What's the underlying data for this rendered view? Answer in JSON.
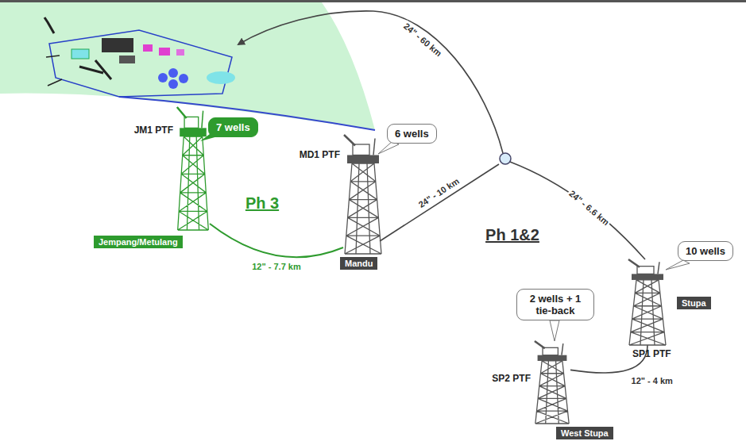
{
  "diagram": {
    "nodes": [
      {
        "text": [
          "JM1 PTF"
        ]
      },
      {
        "text": [
          "7 wells"
        ]
      },
      {
        "text": [
          "MD1 PTF"
        ]
      },
      {
        "text": [
          "6 wells"
        ]
      },
      {
        "text": [
          "Jempang/Metulang"
        ]
      },
      {
        "text": [
          "Mandu"
        ]
      },
      {
        "text": [
          "10 wells"
        ]
      },
      {
        "text": [
          "Stupa"
        ]
      },
      {
        "text": [
          "SP1 PTF"
        ]
      },
      {
        "text": [
          "2 wells + 1 tie-back"
        ]
      },
      {
        "text": [
          "SP2 PTF"
        ]
      },
      {
        "text": [
          "West Stupa"
        ]
      }
    ],
    "edges": [
      {
        "from": 0,
        "to": 2,
        "label": "12\" - 7.7 km",
        "arrow": "none"
      },
      {
        "from": 10,
        "to": 8,
        "label": "12\" - 4 km",
        "arrow": "none"
      }
    ],
    "labels": [
      "24\" - 60 km",
      "Ph 3",
      "24\" - 10 km",
      "Ph 1&2",
      "24\" - 6.6 km"
    ]
  }
}
